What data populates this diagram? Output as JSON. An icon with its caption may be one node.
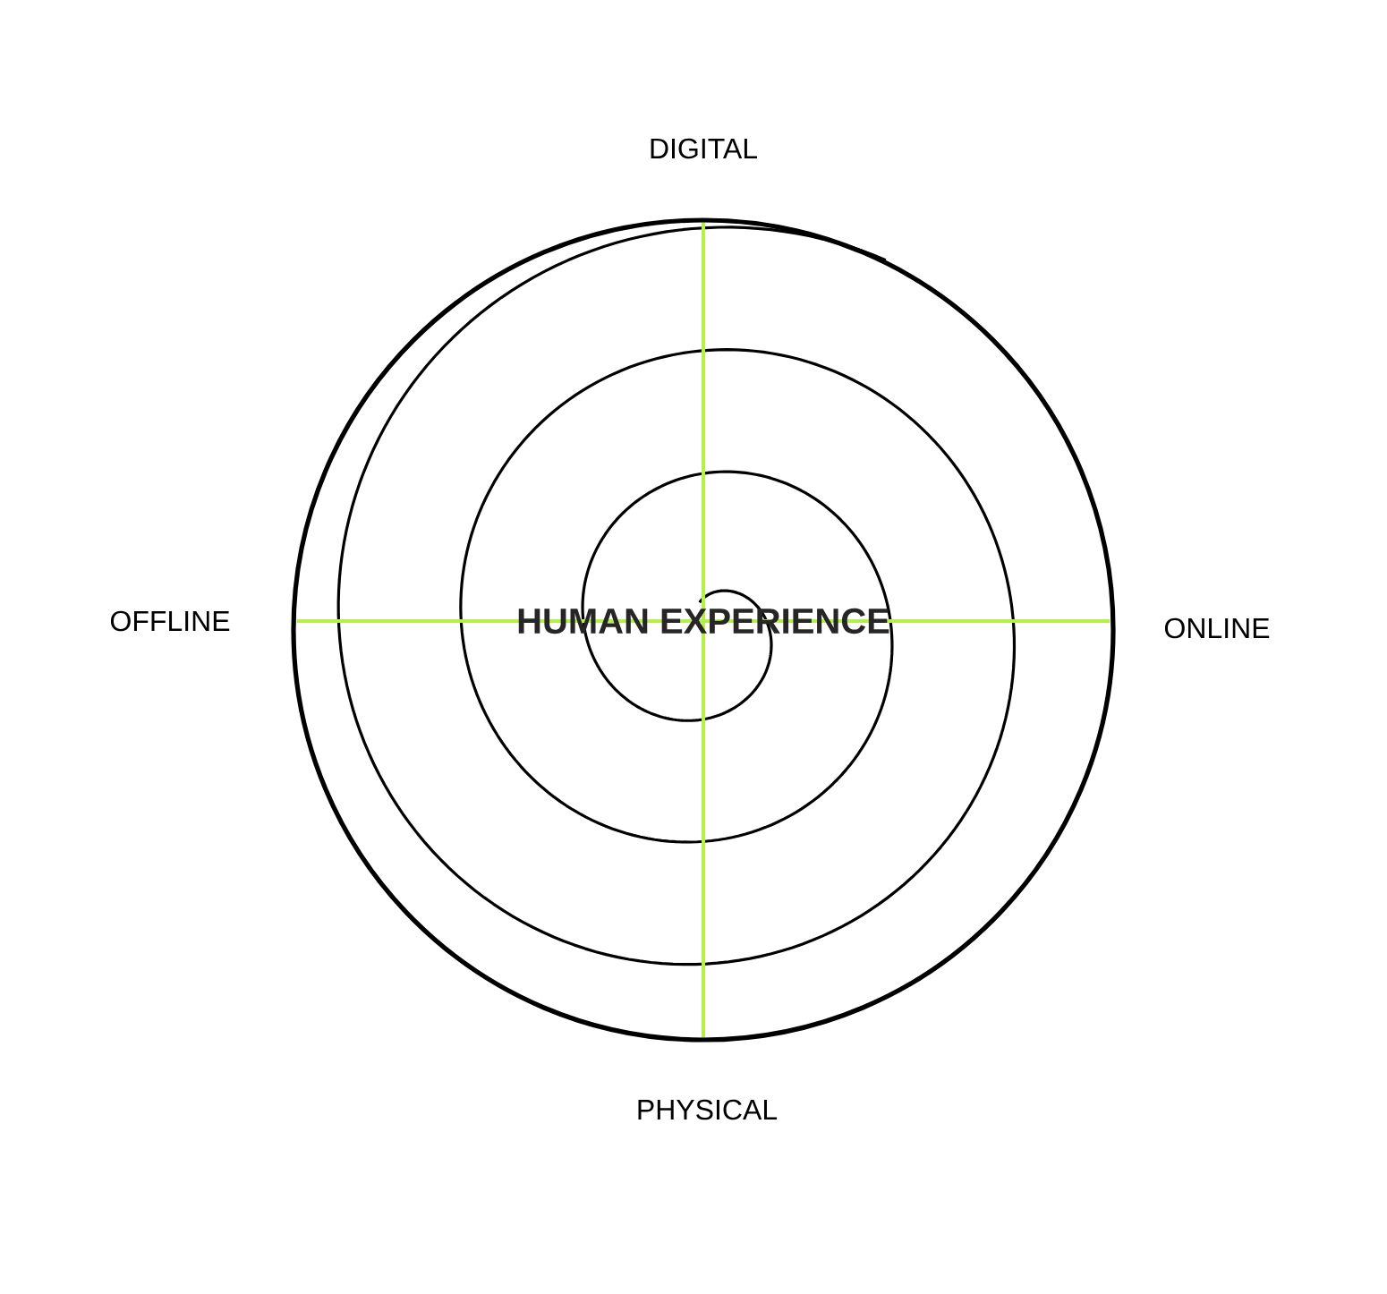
{
  "diagram": {
    "nodes": [
      {
        "text": [
          "HUMAN EXPERIENCE"
        ]
      }
    ],
    "labels": [
      "DIGITAL",
      "OFFLINE",
      "ONLINE",
      "PHYSICAL"
    ]
  }
}
